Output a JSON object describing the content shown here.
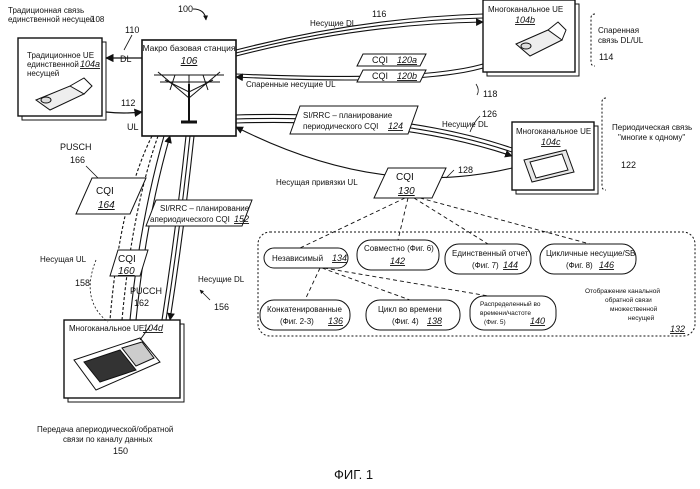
{
  "macro": {
    "title": "Макро базовая станция",
    "ref": "106",
    "id": "100"
  },
  "legacy": {
    "heading_line1": "Традиционная связь",
    "heading_line2": "единственной несущей",
    "heading_ref": "108",
    "label_line1": "Традиционное UE",
    "label_line2": "единственной",
    "label_line3": "несущей",
    "ref": "104a",
    "dl": "DL",
    "ul": "UL",
    "ref_110": "110",
    "ref_112": "112"
  },
  "ue_b": {
    "label": "Многоканальное UE",
    "ref": "104b",
    "desc_line1": "Спаренная",
    "desc_line2": "связь DL/UL",
    "desc_ref": "114"
  },
  "ue_c": {
    "label": "Многоканальное UE",
    "ref": "104c",
    "desc_line1": "Периодическая связь",
    "desc_line2": "\"многие к одному\"",
    "desc_ref": "122"
  },
  "ue_d": {
    "label": "Многоканальное UE",
    "ref": "104d",
    "caption_line1": "Передача апериодической/обратной",
    "caption_line2": "связи по каналу данных",
    "caption_ref": "150"
  },
  "links": {
    "dl_116": "Несущие DL",
    "ref_116": "116",
    "paired_ul": "Спаренные несущие UL",
    "cqi": "CQI",
    "ref_120a": "120a",
    "ref_120b": "120b",
    "ref_118": "118",
    "si_periodic_line1": "SI/RRC – планирование",
    "si_periodic_line2": "периодического CQI",
    "ref_124": "124",
    "dl_126": "Несущие DL",
    "ref_126": "126",
    "anchor_ul": "Несущая привязки UL",
    "ref_128": "128",
    "ref_130": "130",
    "pusch_top": "PUSCH",
    "ref_166": "166",
    "ref_164": "164",
    "si_aperiodic_line1": "SI/RRC – планирование",
    "si_aperiodic_line2": "апериодического CQI",
    "ref_152": "152",
    "ul_158": "Несущая UL",
    "ref_158": "158",
    "ref_160": "160",
    "pucch": "PUCCH",
    "ref_162": "162",
    "dl_156": "Несущие DL",
    "ref_156": "156"
  },
  "modes": {
    "independent": "Независимый",
    "independent_ref": "134",
    "joint": "Совместно (Фиг. 6)",
    "joint_ref": "142",
    "single_line1": "Единственный отчет",
    "single_line2": "(Фиг. 7)",
    "single_ref": "144",
    "cyclic_line1": "Цикличные несущие/SB",
    "cyclic_line2": "(Фиг. 8)",
    "cyclic_ref": "146",
    "concat_line1": "Конкатенированные",
    "concat_line2": "(Фиг. 2-3)",
    "concat_ref": "136",
    "time_line1": "Цикл во времени",
    "time_line2": "(Фиг. 4)",
    "time_ref": "138",
    "dist_line1": "Распределенный во",
    "dist_line2": "времени/частоте",
    "dist_line3": "(Фиг. 5)",
    "dist_ref": "140",
    "map_line1": "Отображение канальной",
    "map_line2": "обратной связи",
    "map_line3": "множественной",
    "map_line4": "несущей",
    "map_ref": "132"
  },
  "figure": {
    "caption": "ФИГ. 1"
  }
}
